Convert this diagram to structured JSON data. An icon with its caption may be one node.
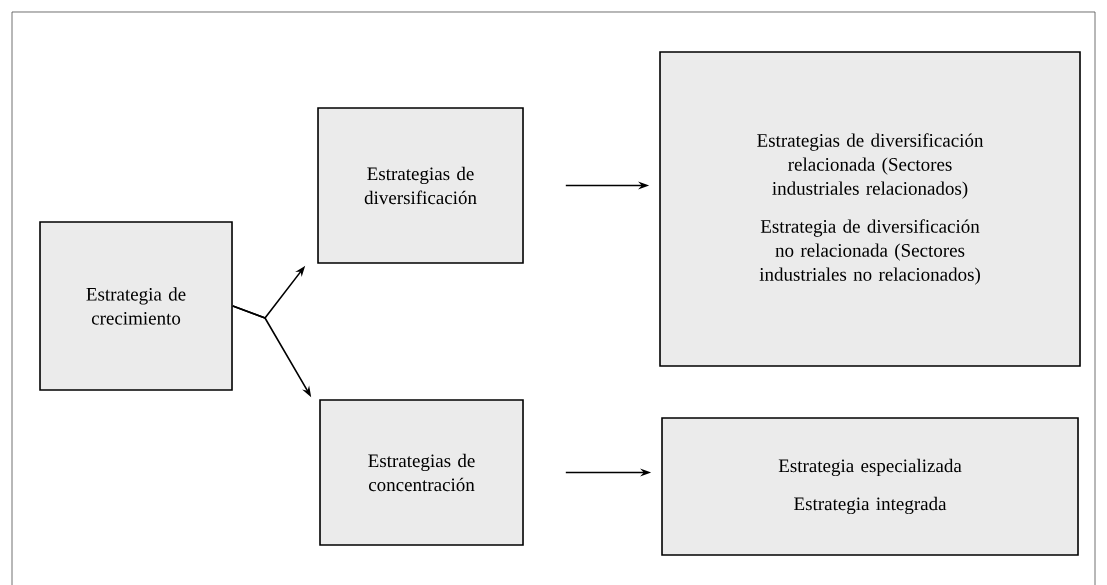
{
  "diagram": {
    "nodes": [
      {
        "text": [
          "Estrategia de crecimiento"
        ]
      },
      {
        "text": [
          "Estrategias de diversificación"
        ]
      },
      {
        "text": [
          "Estrategias de diversificación relacionada (Sectores industriales relacionados)",
          "Estrategia de diversificación no relacionada (Sectores industriales no relacionados)"
        ]
      },
      {
        "text": [
          "Estrategias de concentración"
        ]
      },
      {
        "text": [
          "Estrategia especializada",
          "Estrategia integrada"
        ]
      }
    ],
    "edges": [
      {
        "from": 0,
        "to": 1,
        "arrow": "to"
      },
      {
        "from": 0,
        "to": 3,
        "arrow": "to"
      },
      {
        "from": 1,
        "to": 2,
        "arrow": "to"
      },
      {
        "from": 3,
        "to": 4,
        "arrow": "to"
      }
    ]
  }
}
